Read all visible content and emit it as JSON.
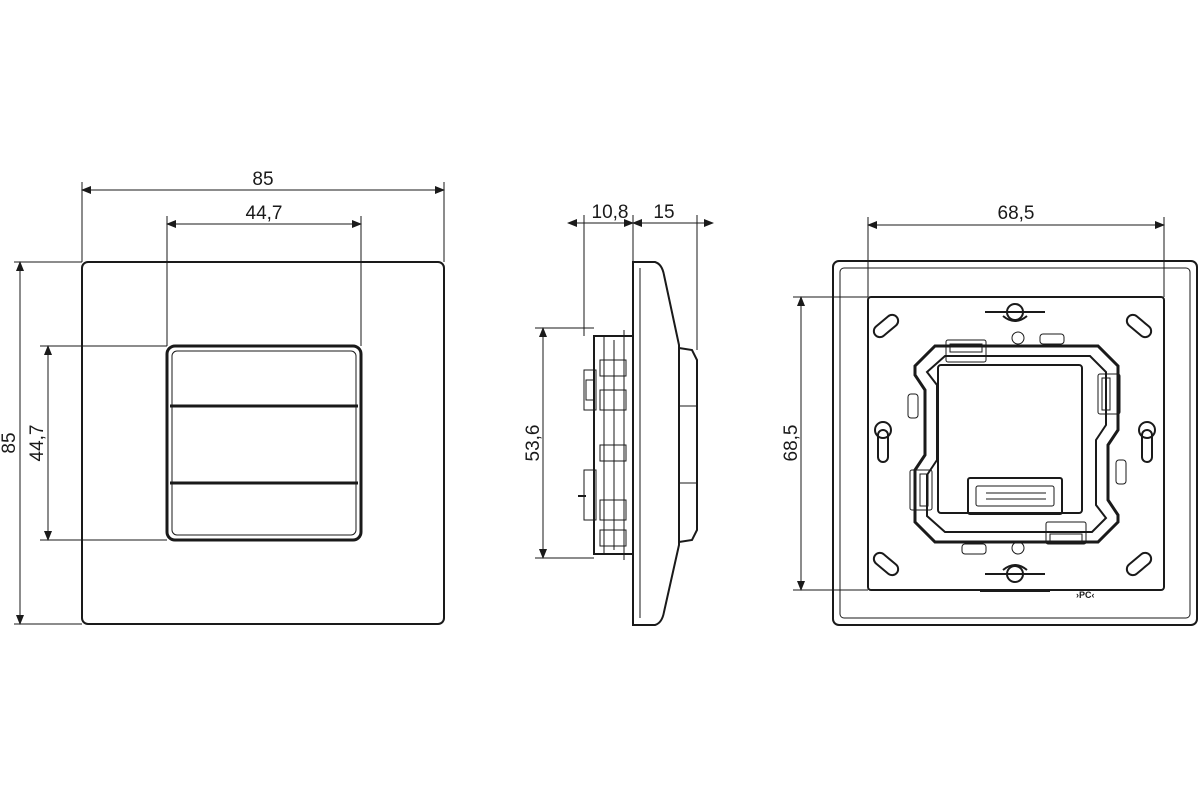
{
  "front_view": {
    "width_label": "85",
    "button_width_label": "44,7",
    "height_label": "85",
    "button_height_label": "44,7"
  },
  "side_view": {
    "depth_label_a": "10,8",
    "depth_label_b": "15",
    "height_label": "53,6"
  },
  "rear_view": {
    "width_label": "68,5",
    "height_label": "68,5",
    "marking": "›PC‹"
  }
}
